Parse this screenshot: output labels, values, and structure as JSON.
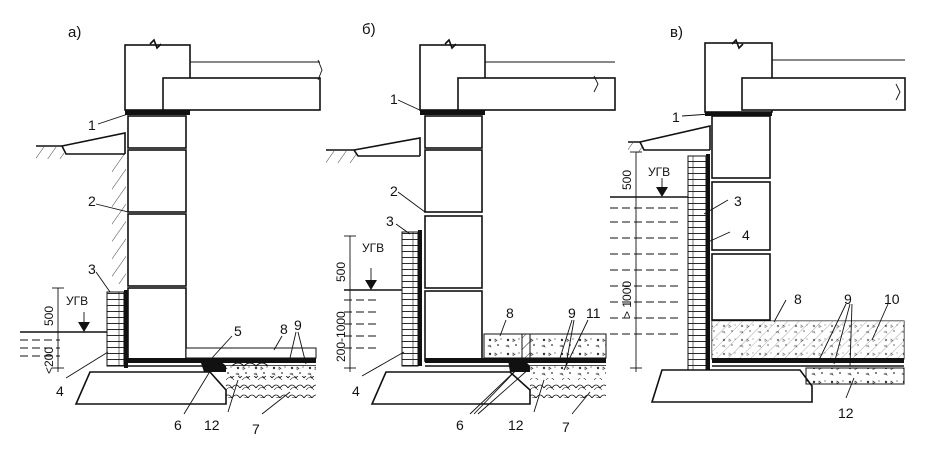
{
  "panels": [
    {
      "title": "а)",
      "labels": [
        "1",
        "2",
        "3",
        "4",
        "5",
        "6",
        "7",
        "8",
        "9",
        "12"
      ],
      "water_level": "УГВ",
      "dims": [
        "500",
        "<200"
      ]
    },
    {
      "title": "б)",
      "labels": [
        "1",
        "2",
        "3",
        "4",
        "6",
        "7",
        "8",
        "9",
        "11",
        "12"
      ],
      "water_level": "УГВ",
      "dims": [
        "500",
        "200-1000"
      ]
    },
    {
      "title": "в)",
      "labels": [
        "1",
        "3",
        "4",
        "8",
        "9",
        "10",
        "12"
      ],
      "water_level": "УГВ",
      "dims": [
        "500",
        "> 1000"
      ]
    }
  ]
}
